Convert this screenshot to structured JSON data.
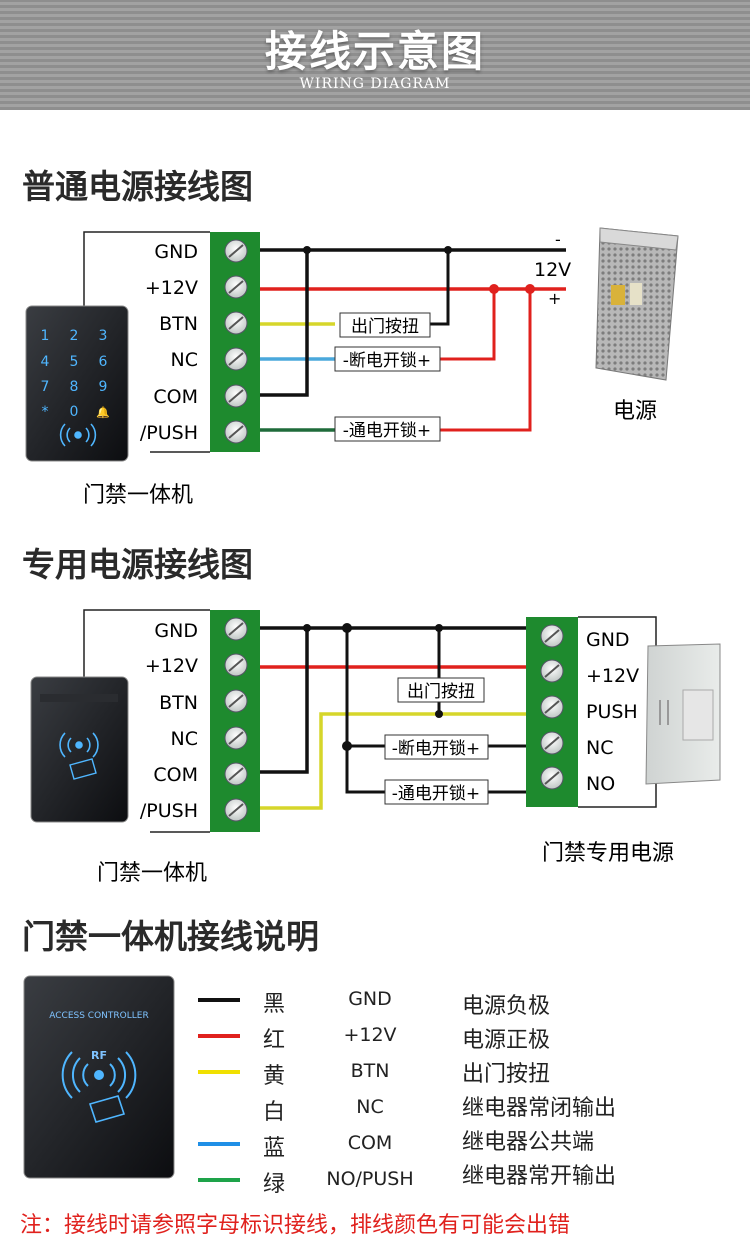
{
  "banner": {
    "title": "接线示意图",
    "subtitle": "WIRING DIAGRAM"
  },
  "section1": {
    "heading": "普通电源接线图",
    "terminals": [
      "GND",
      "+12V",
      "BTN",
      "NC",
      "COM",
      "/PUSH"
    ],
    "exit_button_label": "出门按扭",
    "power_off_unlock_label": "-断电开锁+",
    "power_on_unlock_label": "-通电开锁+",
    "psu_minus": "-",
    "psu_voltage": "12V",
    "psu_plus": "+",
    "psu_label": "电源",
    "device_label": "门禁一体机",
    "keypad": [
      "1",
      "2",
      "3",
      "4",
      "5",
      "6",
      "7",
      "8",
      "9",
      "*",
      "0",
      "🔔"
    ]
  },
  "section2": {
    "heading": "专用电源接线图",
    "terminals": [
      "GND",
      "+12V",
      "BTN",
      "NC",
      "COM",
      "/PUSH"
    ],
    "psu_terminals": [
      "GND",
      "+12V",
      "PUSH",
      "NC",
      "NO"
    ],
    "exit_button_label": "出门按扭",
    "power_off_unlock_label": "-断电开锁+",
    "power_on_unlock_label": "-通电开锁+",
    "device_label": "门禁一体机",
    "psu_label": "门禁专用电源"
  },
  "section3": {
    "heading": "门禁一体机接线说明",
    "device_header": "ACCESS CONTROLLER",
    "device_rf": "RF",
    "rows": [
      {
        "color": "黑",
        "signal": "GND",
        "meaning": "电源负极",
        "hex": "#111111"
      },
      {
        "color": "红",
        "signal": "+12V",
        "meaning": "电源正极",
        "hex": "#e0211d"
      },
      {
        "color": "黄",
        "signal": "BTN",
        "meaning": "出门按扭",
        "hex": "#f0e000"
      },
      {
        "color": "白",
        "signal": "NC",
        "meaning": "继电器常闭输出",
        "hex": "#ffffff"
      },
      {
        "color": "蓝",
        "signal": "COM",
        "meaning": "继电器公共端",
        "hex": "#1f8fe6"
      },
      {
        "color": "绿",
        "signal": "NO/PUSH",
        "meaning": "继电器常开输出",
        "hex": "#1ea34a"
      }
    ],
    "note": "注：接线时请参照字母标识接线，排线颜色有可能会出错"
  },
  "colors": {
    "black": "#111111",
    "red": "#e0211d",
    "yellow": "#d6d62a",
    "blue": "#4aa8dc",
    "dark_green": "#1f6b3a",
    "terminal_green": "#1e8a2e"
  }
}
